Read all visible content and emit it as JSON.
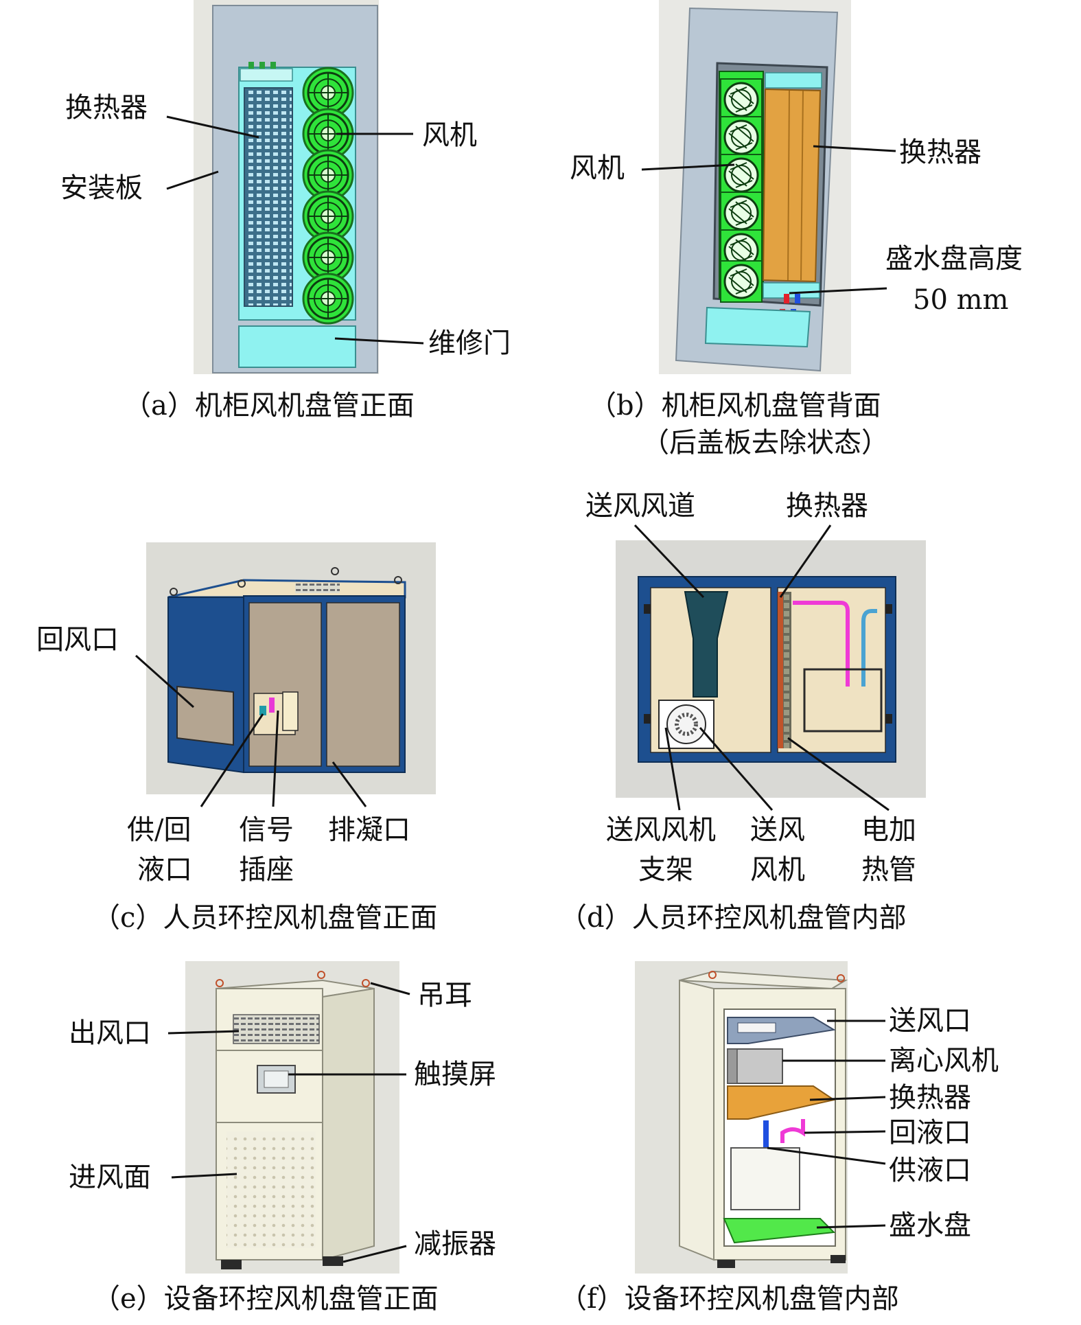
{
  "panel_a": {
    "caption": "（a）机柜风机盘管正面",
    "labels": {
      "heat_exchanger": "换热器",
      "mounting_plate": "安装板",
      "fan": "风机",
      "service_door": "维修门"
    }
  },
  "panel_b": {
    "caption_line1": "（b）机柜风机盘管背面",
    "caption_line2": "（后盖板去除状态）",
    "labels": {
      "fan": "风机",
      "heat_exchanger": "换热器",
      "drip_tray_height": "盛水盘高度",
      "drip_tray_value": "50 mm"
    }
  },
  "panel_c": {
    "caption": "（c）人员环控风机盘管正面",
    "labels": {
      "return_air_inlet": "回风口",
      "supply_return_line1": "供/回",
      "supply_return_line2": "液口",
      "signal_socket_line1": "信号",
      "signal_socket_line2": "插座",
      "condensate_drain": "排凝口"
    }
  },
  "panel_d": {
    "caption": "（d）人员环控风机盘管内部",
    "labels": {
      "supply_duct": "送风风道",
      "heat_exchanger": "换热器",
      "fan_bracket_line1": "送风风机",
      "fan_bracket_line2": "支架",
      "supply_fan_line1": "送风",
      "supply_fan_line2": "风机",
      "electric_heater_line1": "电加",
      "electric_heater_line2": "热管"
    }
  },
  "panel_e": {
    "caption": "（e）设备环控风机盘管正面",
    "labels": {
      "lifting_lug": "吊耳",
      "air_outlet": "出风口",
      "touch_screen": "触摸屏",
      "air_intake_face": "进风面",
      "damper": "减振器"
    }
  },
  "panel_f": {
    "caption": "（f）设备环控风机盘管内部",
    "labels": {
      "supply_air_outlet": "送风口",
      "centrifugal_fan": "离心风机",
      "heat_exchanger": "换热器",
      "return_port": "回液口",
      "supply_port": "供液口",
      "drip_tray": "盛水盘"
    }
  },
  "colors": {
    "cabinet_plate": "#b9c7d4",
    "cyan_panel": "#8ff2f0",
    "fan_green": "#2fe33a",
    "coil_orange": "#e2a242",
    "frame_blue": "#1d4f8f",
    "sandy": "#efe2c2",
    "taupe": "#b4a591",
    "ivory": "#f3f1e0",
    "tray_green": "#52e84a"
  }
}
